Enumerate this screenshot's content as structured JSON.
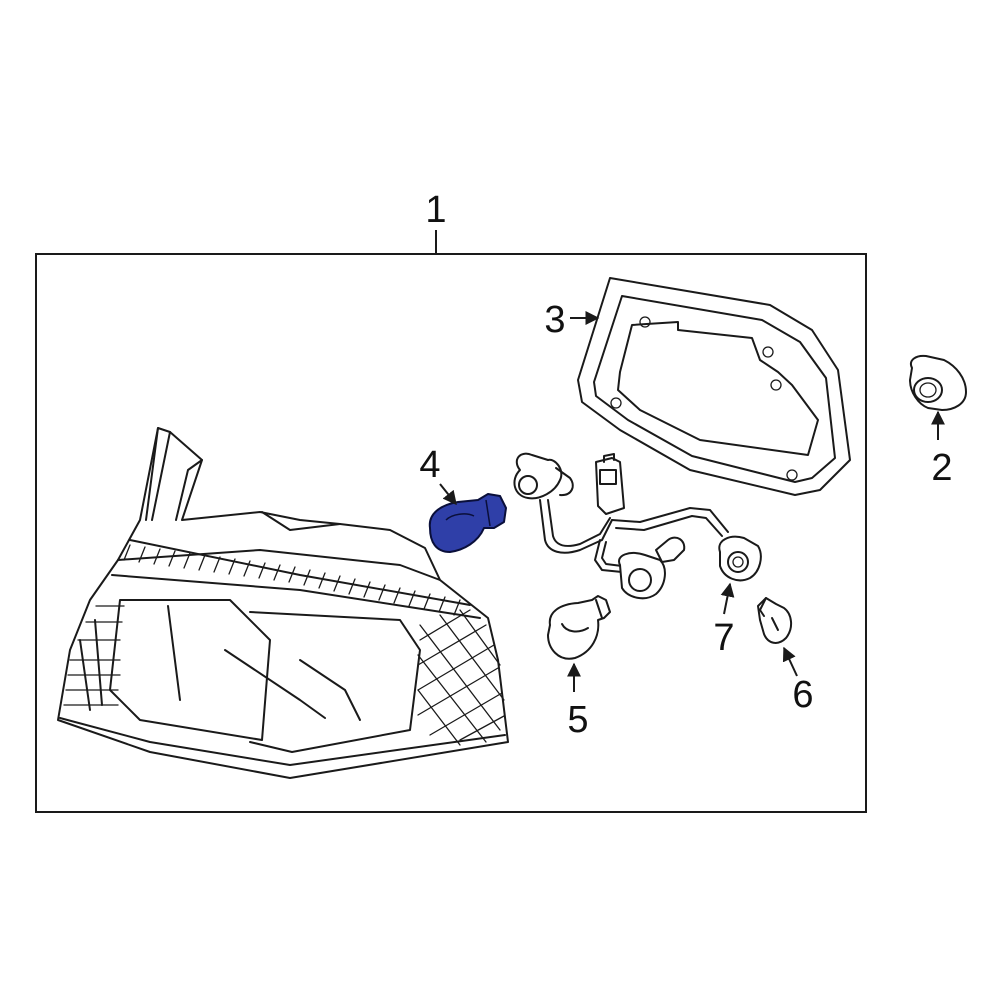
{
  "colors": {
    "highlight": "#2f3fa8",
    "line": "#1a1a1a",
    "background": "#ffffff"
  },
  "callouts": {
    "c1": "1",
    "c2": "2",
    "c3": "3",
    "c4": "4",
    "c5": "5",
    "c6": "6",
    "c7": "7"
  }
}
